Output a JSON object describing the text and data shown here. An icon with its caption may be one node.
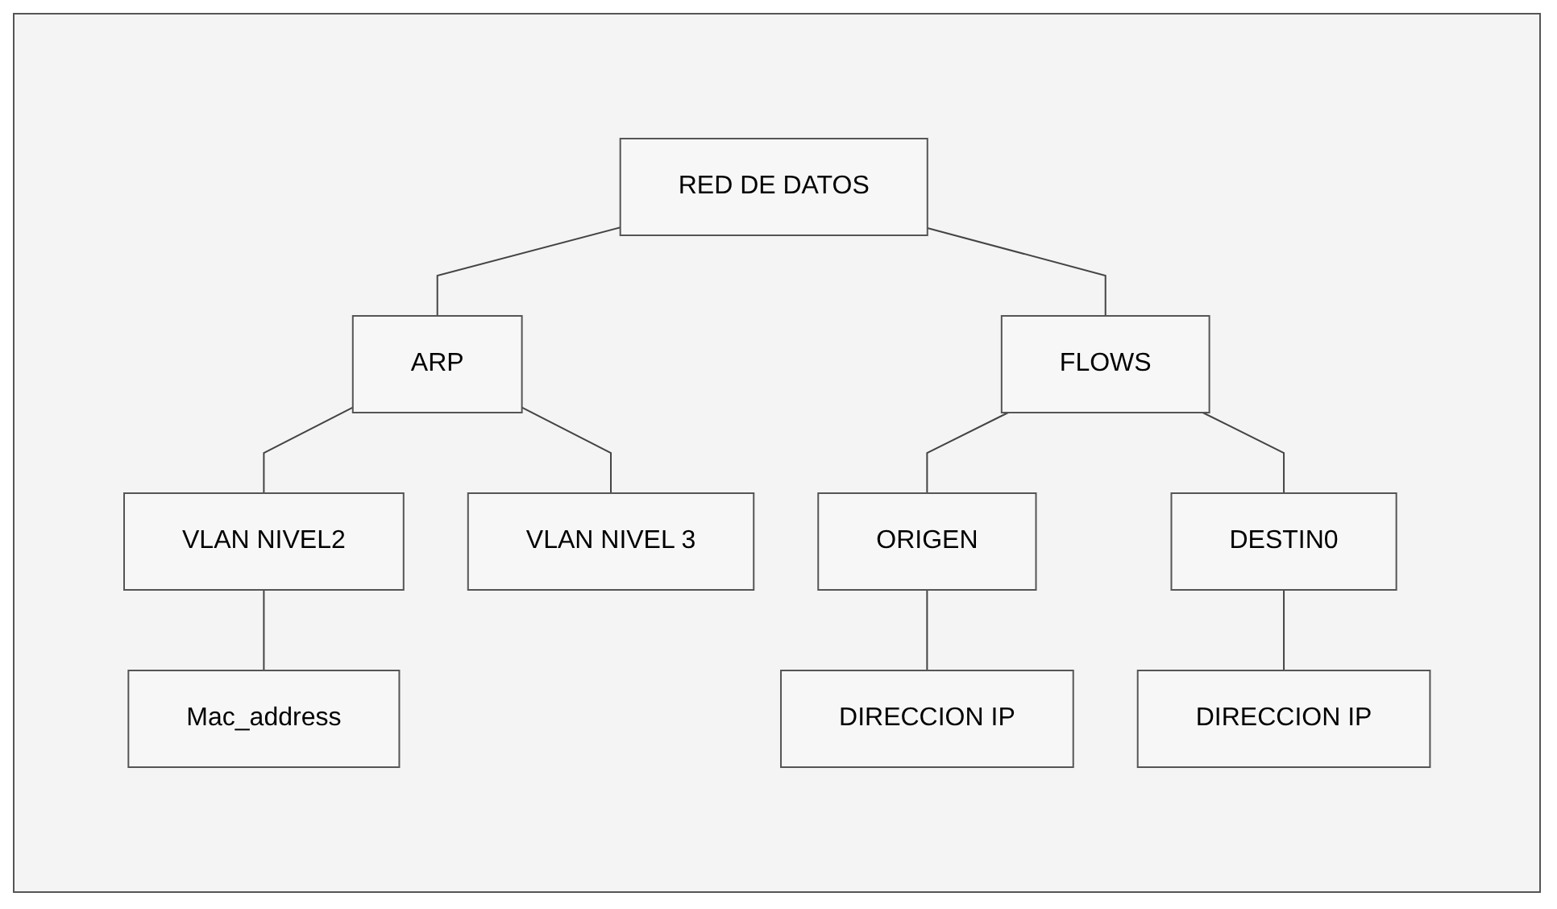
{
  "diagram": {
    "nodes": [
      {
        "text": [
          "RED DE DATOS"
        ]
      },
      {
        "text": [
          "ARP"
        ]
      },
      {
        "text": [
          "FLOWS"
        ]
      },
      {
        "text": [
          "VLAN NIVEL2"
        ]
      },
      {
        "text": [
          "VLAN NIVEL 3"
        ]
      },
      {
        "text": [
          "ORIGEN"
        ]
      },
      {
        "text": [
          "DESTIN0"
        ]
      },
      {
        "text": [
          "Mac_address"
        ]
      },
      {
        "text": [
          "DIRECCION IP"
        ]
      },
      {
        "text": [
          "DIRECCION IP"
        ]
      }
    ],
    "edges": [
      {
        "from": 0,
        "to": 1,
        "arrow": "none"
      },
      {
        "from": 0,
        "to": 2,
        "arrow": "none"
      },
      {
        "from": 1,
        "to": 3,
        "arrow": "none"
      },
      {
        "from": 1,
        "to": 4,
        "arrow": "none"
      },
      {
        "from": 2,
        "to": 5,
        "arrow": "none"
      },
      {
        "from": 2,
        "to": 6,
        "arrow": "none"
      },
      {
        "from": 3,
        "to": 7,
        "arrow": "none"
      },
      {
        "from": 5,
        "to": 8,
        "arrow": "none"
      },
      {
        "from": 6,
        "to": 9,
        "arrow": "none"
      }
    ]
  }
}
